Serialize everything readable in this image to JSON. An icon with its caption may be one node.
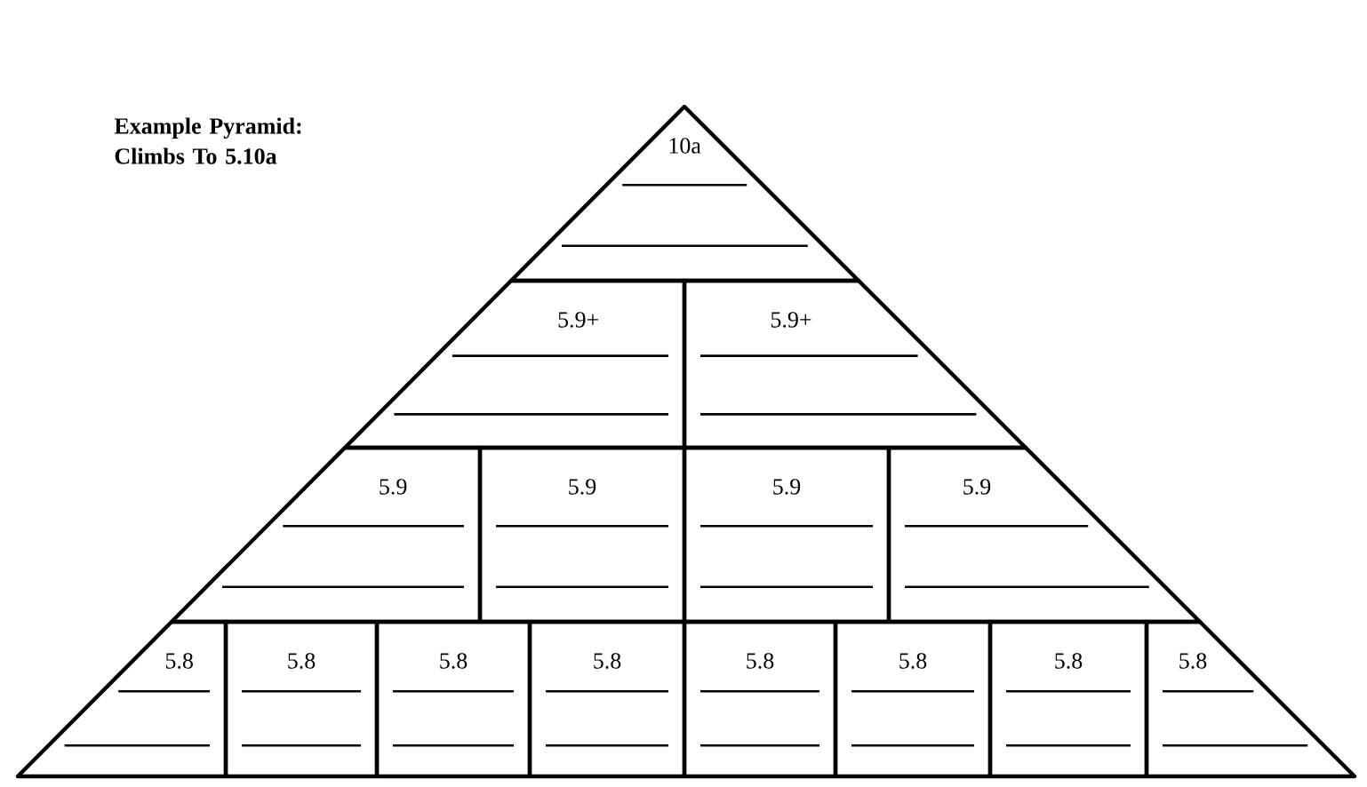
{
  "diagram": {
    "title": "Example Pyramid: Climbs To 5.10a",
    "nodes": [
      {
        "text": [
          "10a"
        ]
      },
      {
        "text": [
          "5.9+"
        ]
      },
      {
        "text": [
          "5.9+"
        ]
      },
      {
        "text": [
          "5.9"
        ]
      },
      {
        "text": [
          "5.9"
        ]
      },
      {
        "text": [
          "5.9"
        ]
      },
      {
        "text": [
          "5.9"
        ]
      },
      {
        "text": [
          "5.8"
        ]
      },
      {
        "text": [
          "5.8"
        ]
      },
      {
        "text": [
          "5.8"
        ]
      },
      {
        "text": [
          "5.8"
        ]
      },
      {
        "text": [
          "5.8"
        ]
      },
      {
        "text": [
          "5.8"
        ]
      },
      {
        "text": [
          "5.8"
        ]
      },
      {
        "text": [
          "5.8"
        ]
      }
    ]
  }
}
